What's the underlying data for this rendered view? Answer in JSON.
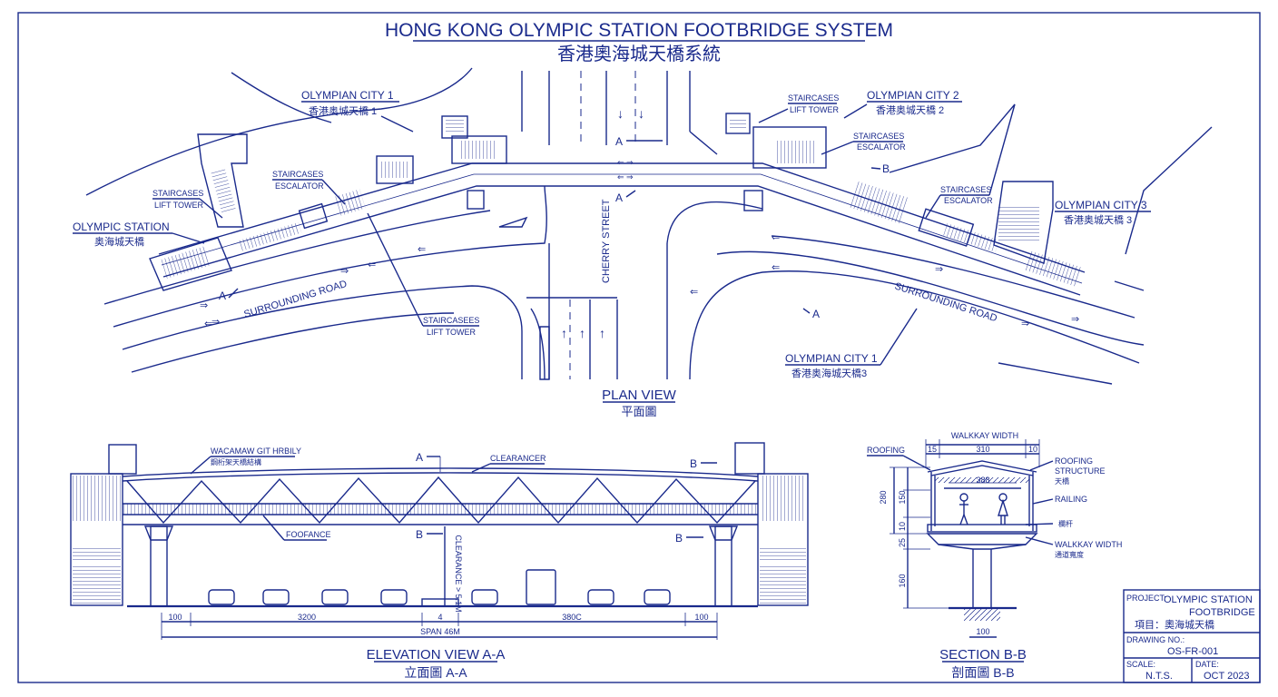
{
  "title": {
    "en": "HONG KONG OLYMPIC STATION FOOTBRIDGE SYSTEM",
    "zh": "香港奧海城天橋系統"
  },
  "plan": {
    "caption_en": "PLAN VIEW",
    "caption_zh": "平面圖",
    "labels": {
      "olympian_city_1_top_en": "OLYMPIAN CITY 1",
      "olympian_city_1_top_zh": "香港奥城天橋 1",
      "olympian_city_2_en": "OLYMPIAN CITY 2",
      "olympian_city_2_zh": "香港奥城天橋 2",
      "olympian_city_3_en": "OLYMPIAN CITY 3",
      "olympian_city_3_zh": "香港奥城天橋 3",
      "olympic_station_en": "OLYMPIC STATION",
      "olympic_station_zh": "奥海城天橋",
      "olympian_city_1_bottom_en": "OLYMPIAN CITY 1",
      "olympian_city_1_bottom_zh": "香港奥海城天橋3",
      "stair_lift_left_1": "STAIRCASES",
      "stair_lift_left_2": "LIFT TOWER",
      "stair_esc_left_1": "STAIRCASES",
      "stair_esc_left_2": "ESCALATOR",
      "stair_lift_bottom_1": "STAIRCASEES",
      "stair_lift_bottom_2": "LIFT TOWER",
      "stair_lift_right_1": "STAIRCASES",
      "stair_lift_right_2": "LIFT TOWER",
      "stair_esc_right_1": "STAIRCASES",
      "stair_esc_right_2": "ESCALATOR",
      "stair_esc_far_1": "STAIRCASES",
      "stair_esc_far_2": "ESCALATOR",
      "road_left": "SURROUNDING ROAD",
      "road_right": "SURROUNDING ROAD",
      "street": "CHERRY STREET",
      "sec_a1": "A",
      "sec_a2": "A",
      "sec_a3": "A",
      "sec_a4": "A",
      "sec_b1": "B"
    }
  },
  "elevation": {
    "caption_en": "ELEVATION VIEW A-A",
    "caption_zh": "立面圖 A-A",
    "label_top_1": "WACAMAW GIT HRBILY",
    "label_top_2": "鋼桁架天橋結構",
    "label_clearance": "CLEARANCER",
    "label_foot": "FOOFANCE",
    "label_vertical": "CLEARANCE > 5.1M",
    "mark_a_top": "A",
    "mark_b_top": "B",
    "mark_b_left": "B",
    "mark_b_right": "B",
    "dim_left": "100",
    "dim_mid_left": "3200",
    "dim_center": "4",
    "dim_mid_right": "380C",
    "dim_right": "100",
    "dim_span": "SPAN 46M"
  },
  "section": {
    "caption_en": "SECTION B-B",
    "caption_zh": "剖面圖 B-B",
    "walkway_width_top": "WALKKAY WIDTH",
    "roofing": "ROOFING",
    "roof_structure_1": "ROOFING",
    "roof_structure_2": "STRUCTURE",
    "roof_structure_zh": "天橋",
    "railing": "RAILING",
    "railing_zh": "欄杆",
    "walkway_width_side": "WALKKAY WIDTH",
    "walkway_width_zh": "通道寬度",
    "dim_15": "15",
    "dim_310": "310",
    "dim_10": "10",
    "dim_388": "388",
    "dim_280": "280",
    "dim_150": "150",
    "dim_v10": "10",
    "dim_v25": "25",
    "dim_160": "160",
    "dim_base": "100"
  },
  "title_block": {
    "project_label": "PROJECT:",
    "project_value_1": "OLYMPIC STATION",
    "project_value_2": "FOOTBRIDGE",
    "project_zh": "項目：奧海城天橋",
    "drawing_no_label": "DRAWING NO.:",
    "drawing_no_value": "OS-FR-001",
    "scale_label": "SCALE:",
    "scale_value": "N.T.S.",
    "date_label": "DATE:",
    "date_value": "OCT 2023"
  },
  "colors": {
    "ink": "#1a2a8c",
    "paper": "#ffffff"
  }
}
